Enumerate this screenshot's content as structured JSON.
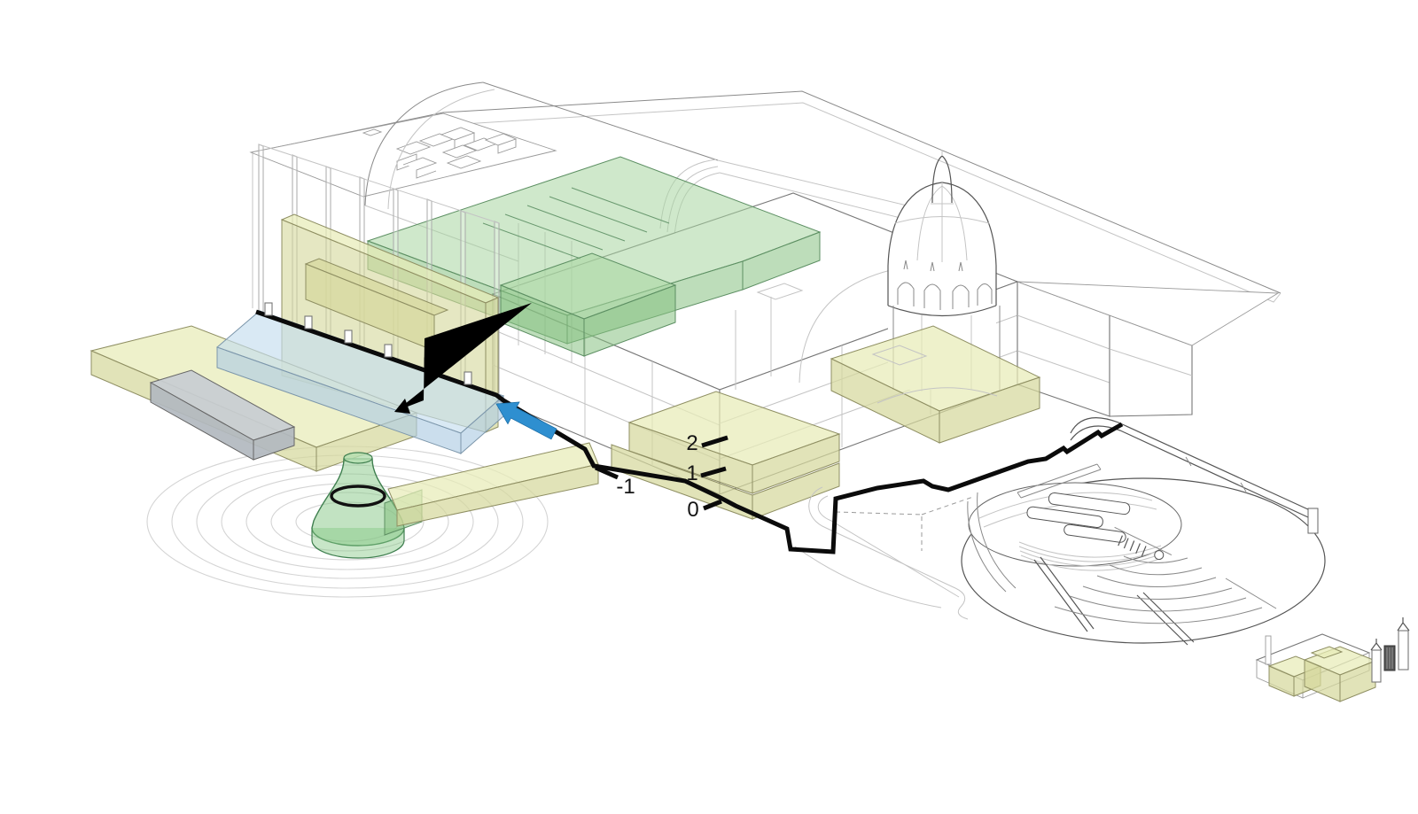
{
  "diagram": {
    "type": "architectural-axonometric-diagram",
    "levels": [
      {
        "label": "2"
      },
      {
        "label": "1"
      },
      {
        "label": "0"
      },
      {
        "label": "-1"
      }
    ],
    "colors": {
      "highlight_green": "#a7d6a0",
      "highlight_yellow": "#e8ebb7",
      "highlight_blue": "#c6ddee",
      "highlight_gray": "#c8cdd3",
      "route_red": "#e8472b",
      "arrow_blue": "#2e8fd0",
      "section_line": "#0b0b0b",
      "linework": "#8a8a8a",
      "background": "#ffffff"
    }
  }
}
